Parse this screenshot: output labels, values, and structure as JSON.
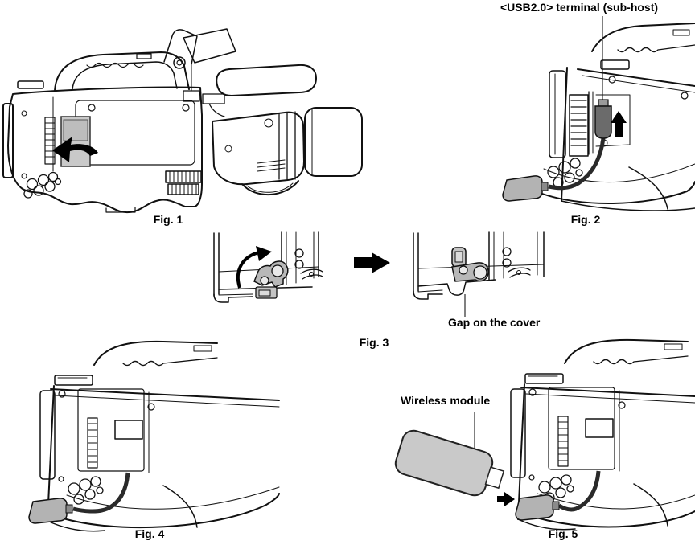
{
  "document": {
    "type": "instruction-manual-illustration",
    "background": "#ffffff"
  },
  "labels": {
    "usb_terminal": "<USB2.0> terminal (sub-host)",
    "gap_on_cover": "Gap on the cover",
    "wireless_module": "Wireless module"
  },
  "captions": {
    "fig1": "Fig. 1",
    "fig2": "Fig. 2",
    "fig3": "Fig. 3",
    "fig4": "Fig. 4",
    "fig5": "Fig. 5"
  },
  "icons": {
    "fig1_arrow": "slide-cover-open-arrow",
    "fig2_arrow": "insert-plug-up-arrow",
    "fig3_rotate_arrow": "rotate-latch-arrow",
    "fig3_step_arrow": "next-step-right-arrow",
    "fig5_arrow": "attach-module-right-arrow"
  },
  "colors": {
    "line": "#111111",
    "leader_line": "#555555",
    "cover_gray": "#c9c9c9",
    "cover_inner_gray": "#bdbdbd",
    "latch_gray": "#b8b8b8",
    "module_gray": "#c9c9c9",
    "connector_gray": "#b3b3b3",
    "plug_gray": "#6b6b6b",
    "arrow_black": "#000000"
  }
}
